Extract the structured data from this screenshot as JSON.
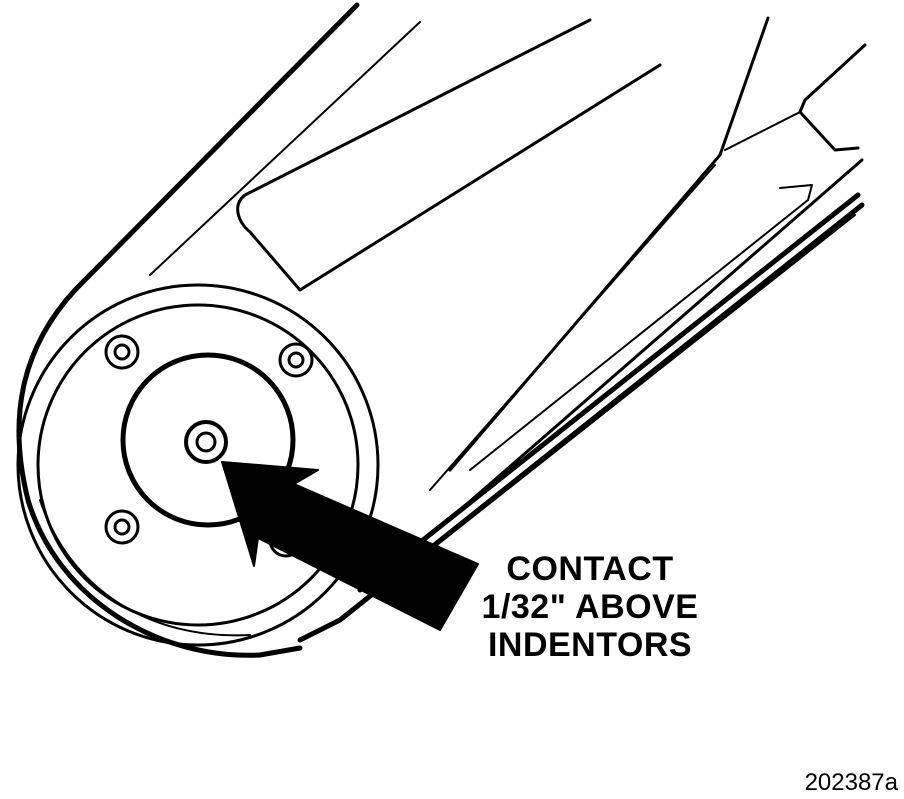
{
  "callout": {
    "line1": "CONTACT",
    "line2": "1/32\" ABOVE",
    "line3": "INDENTORS"
  },
  "figure_id": "202387a",
  "colors": {
    "ink": "#000000",
    "paper": "#ffffff"
  }
}
